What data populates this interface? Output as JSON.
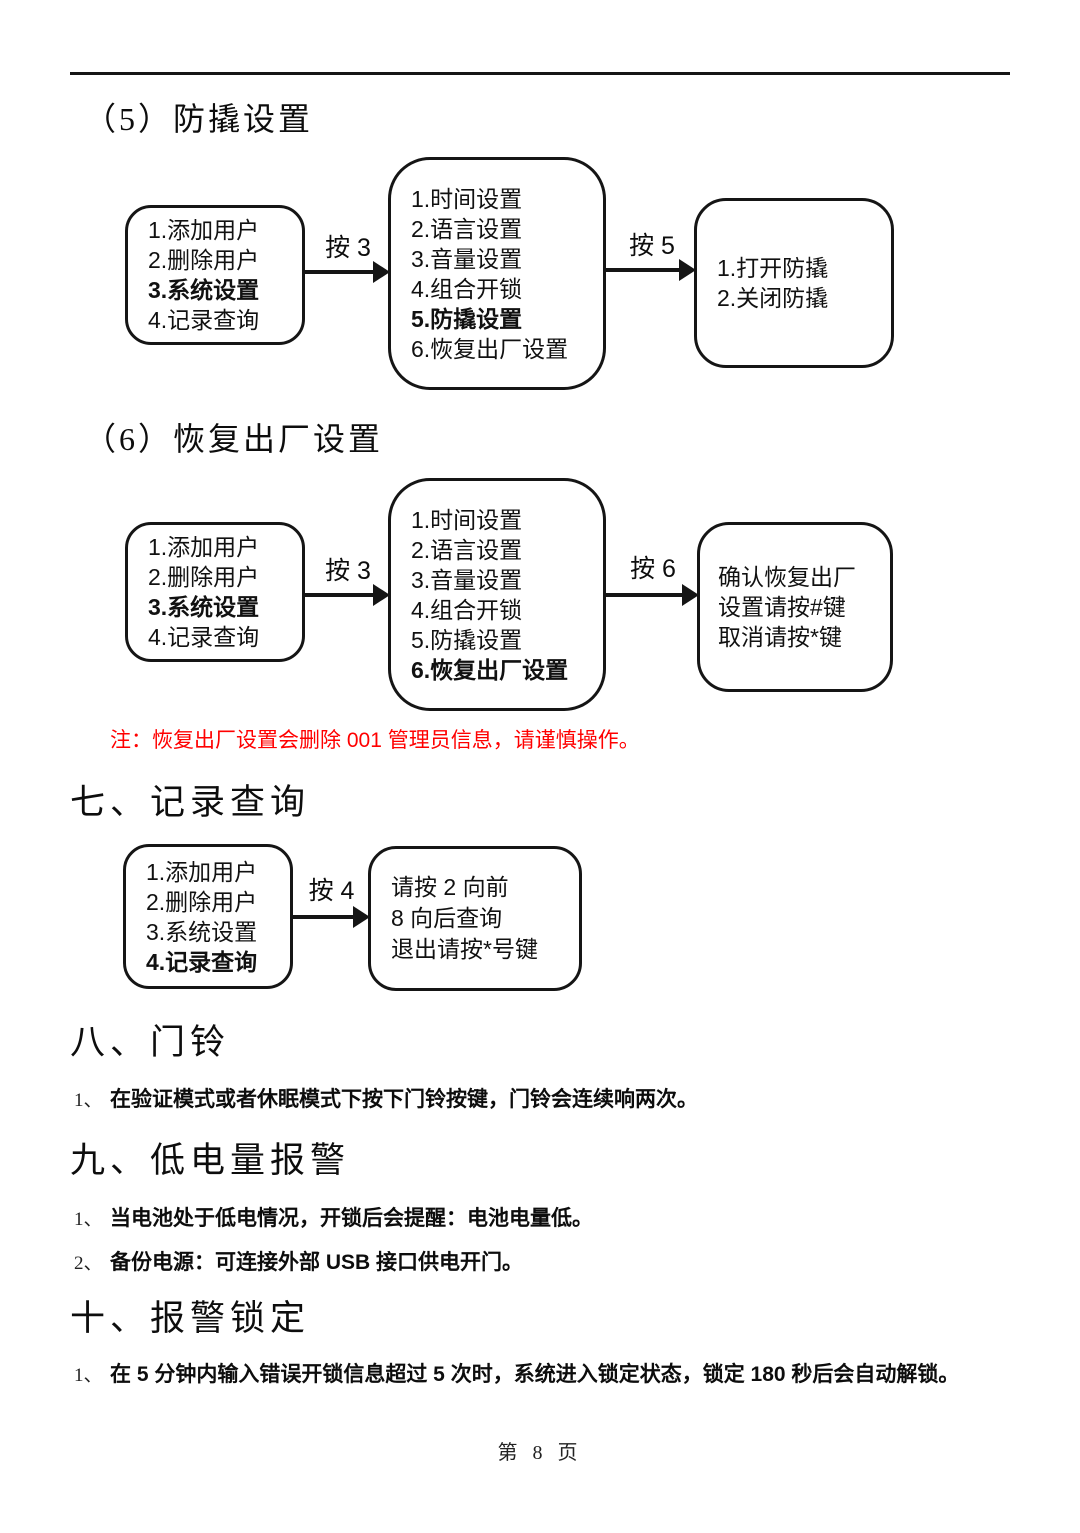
{
  "colors": {
    "note_red": "#ff0000",
    "ink": "#111111"
  },
  "sections": {
    "five": {
      "title": "（5）防撬设置"
    },
    "six": {
      "title": "（6）恢复出厂设置",
      "note": "注：恢复出厂设置会删除 001 管理员信息，请谨慎操作。"
    },
    "seven": {
      "title": "七、记录查询"
    },
    "eight": {
      "title": "八、门铃",
      "item1_num": "1、",
      "item1": "在验证模式或者休眠模式下按下门铃按键，门铃会连续响两次。"
    },
    "nine": {
      "title": "九、低电量报警",
      "item1_num": "1、",
      "item1": "当电池处于低电情况，开锁后会提醒：电池电量低。",
      "item2_num": "2、",
      "item2": "备份电源：可连接外部 USB 接口供电开门。"
    },
    "ten": {
      "title": "十、报警锁定",
      "item1_num": "1、",
      "item1": "在 5 分钟内输入错误开锁信息超过 5 次时，系统进入锁定状态，锁定 180 秒后会自动解锁。"
    }
  },
  "menus": {
    "main": {
      "l1": "1.添加用户",
      "l2": "2.删除用户",
      "l3": "3.系统设置",
      "l4": "4.记录查询"
    },
    "system": {
      "l1": "1.时间设置",
      "l2": "2.语言设置",
      "l3": "3.音量设置",
      "l4": "4.组合开锁",
      "l5": "5.防撬设置",
      "l6": "6.恢复出厂设置"
    }
  },
  "flowcharts": {
    "tamper": {
      "arrow1": "按 3",
      "arrow2": "按 5",
      "result": {
        "l1": "1.打开防撬",
        "l2": "2.关闭防撬"
      }
    },
    "factory": {
      "arrow1": "按 3",
      "arrow2": "按 6",
      "result": {
        "l1": "确认恢复出厂",
        "l2": "设置请按#键",
        "l3": "取消请按*键"
      }
    },
    "records": {
      "arrow1": "按 4",
      "result": {
        "l1": "请按 2 向前",
        "l2": "8 向后查询",
        "l3": "退出请按*号键"
      }
    }
  },
  "page": {
    "footer": "第 8 页"
  }
}
